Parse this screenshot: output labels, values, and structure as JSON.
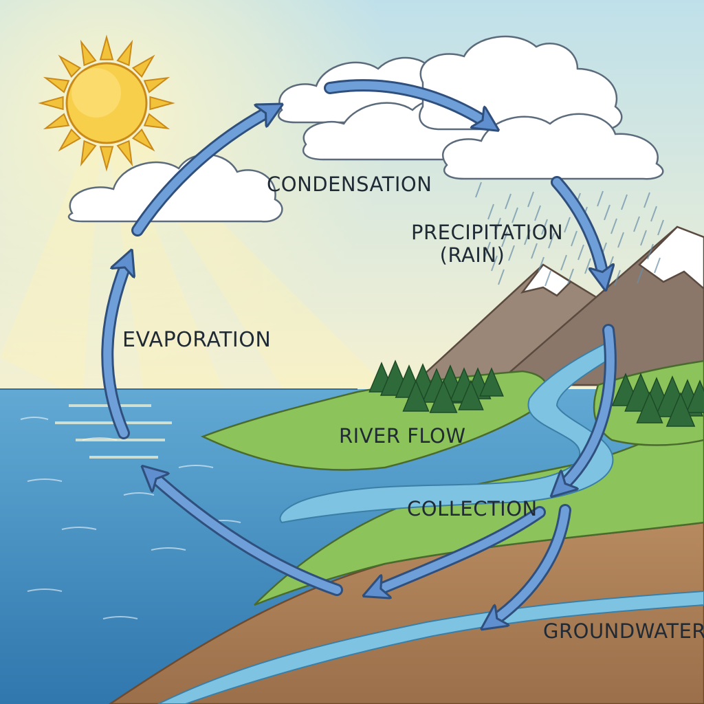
{
  "labels": {
    "condensation": "CONDENSATION",
    "precipitation_line1": "PRECIPITATION",
    "precipitation_line2": "(RAIN)",
    "evaporation": "EVAPORATION",
    "river_flow": "RIVER FLOW",
    "collection": "COLLECTION",
    "groundwater": "GROUNDWATER"
  },
  "colors": {
    "sky_top": "#bfe0ea",
    "sky_bottom": "#f3f0d2",
    "sun": "#f7cf4a",
    "sun_rays": "#f2c23a",
    "ocean": "#3e8fc4",
    "ocean_deep": "#2f77ad",
    "grass": "#8cc35a",
    "soil": "#a67b54",
    "mountain": "#8f7d70",
    "snow": "#ffffff",
    "arrow": "#5f8fcf",
    "arrow_outline": "#2f4f7d",
    "cloud": "#ffffff",
    "cloud_outline": "#5b6b7b",
    "pine": "#2f6b3a",
    "river": "#7fc3e3"
  }
}
